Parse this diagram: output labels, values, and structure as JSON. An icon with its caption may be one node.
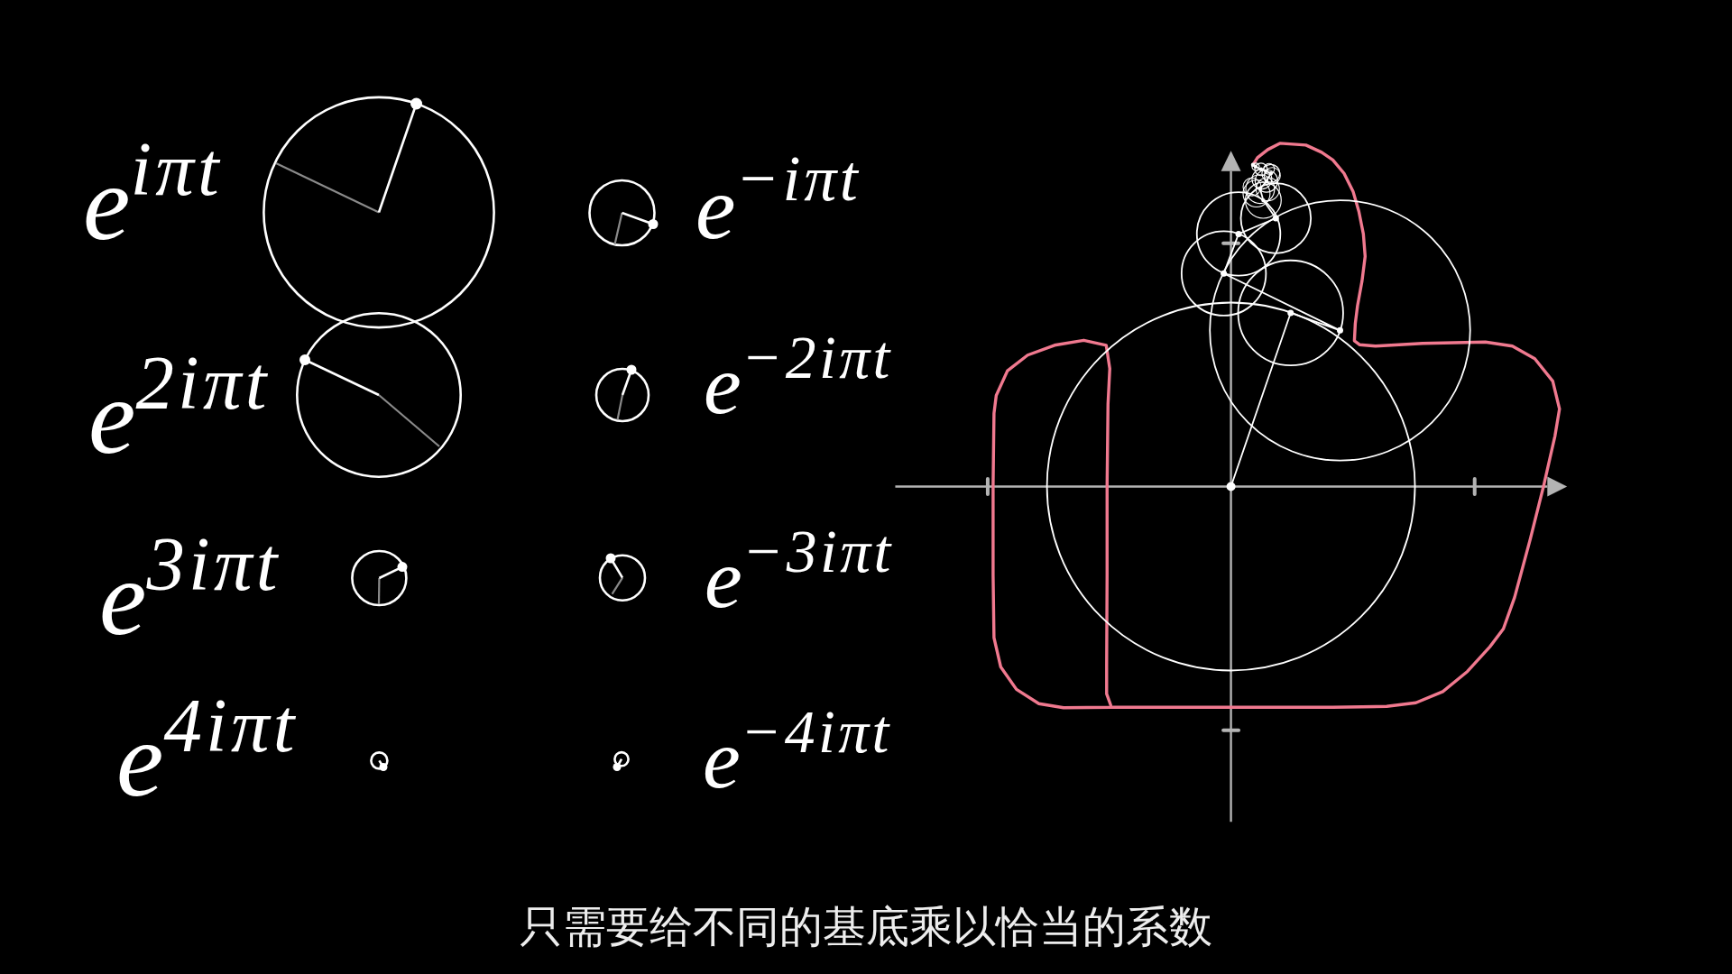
{
  "diagram": {
    "caption": "只需要给不同的基底乘以恰当的系数",
    "labels": [
      "e$^{iπt}$",
      "e$^{−iπt}$",
      "e$^{2iπt}$",
      "e$^{−2iπt}$",
      "e$^{3iπt}$",
      "e$^{−3iπt}$",
      "e$^{4iπt}$",
      "e$^{−4iπt}$"
    ]
  }
}
